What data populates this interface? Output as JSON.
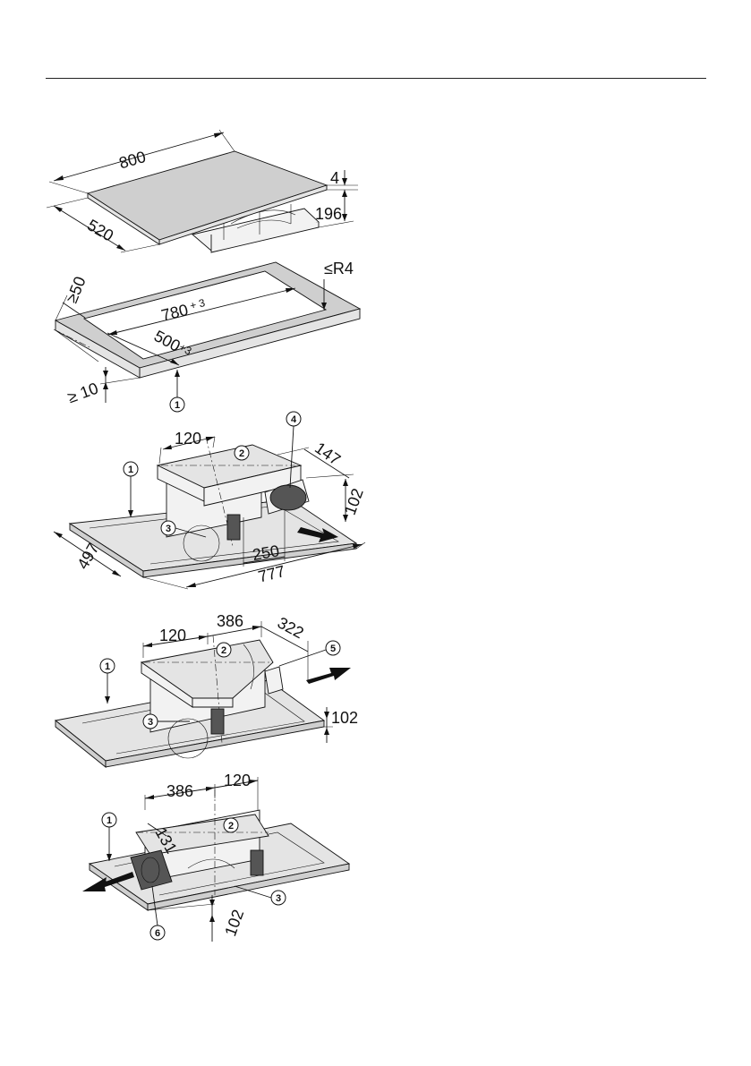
{
  "figure1": {
    "width": "800",
    "depth": "520",
    "glass": "4",
    "height": "196"
  },
  "figure2": {
    "min_edge": "≥50",
    "cut_width": "780",
    "cut_width_tol": "+ 3",
    "cut_depth": "500",
    "cut_depth_tol": "+3",
    "radius": "≤R4",
    "min_front": "≥ 10",
    "callout_1": "1"
  },
  "figure3": {
    "dim_120": "120",
    "dim_147": "147",
    "dim_102": "102",
    "dim_250": "250",
    "dim_497": "497",
    "dim_777": "777",
    "callout_1": "1",
    "callout_2": "2",
    "callout_3": "3",
    "callout_4": "4"
  },
  "figure4": {
    "dim_120": "120",
    "dim_386": "386",
    "dim_322": "322",
    "dim_102": "102",
    "callout_1": "1",
    "callout_2": "2",
    "callout_3": "3",
    "callout_5": "5"
  },
  "figure5": {
    "dim_386": "386",
    "dim_120": "120",
    "dim_131": "131",
    "dim_102": "102",
    "callout_1": "1",
    "callout_2": "2",
    "callout_3": "3",
    "callout_6": "6"
  }
}
